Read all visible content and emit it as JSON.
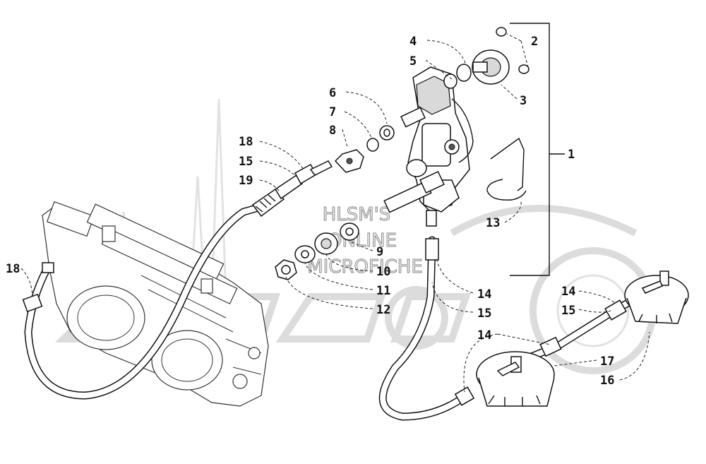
{
  "watermark": {
    "lines": [
      "HLSM'S",
      "ONLINE",
      "MICROFICHE"
    ]
  },
  "labels": {
    "l1": "1",
    "l2": "2",
    "l3": "3",
    "l4": "4",
    "l5": "5",
    "l6": "6",
    "l7": "7",
    "l8": "8",
    "l9": "9",
    "l10": "10",
    "l11": "11",
    "l12": "12",
    "l13": "13",
    "l14a": "14",
    "l14b": "14",
    "l14c": "14",
    "l15a": "15",
    "l15b": "15",
    "l15c": "15",
    "l16": "16",
    "l17": "17",
    "l18a": "18",
    "l18b": "18",
    "l19": "19"
  }
}
